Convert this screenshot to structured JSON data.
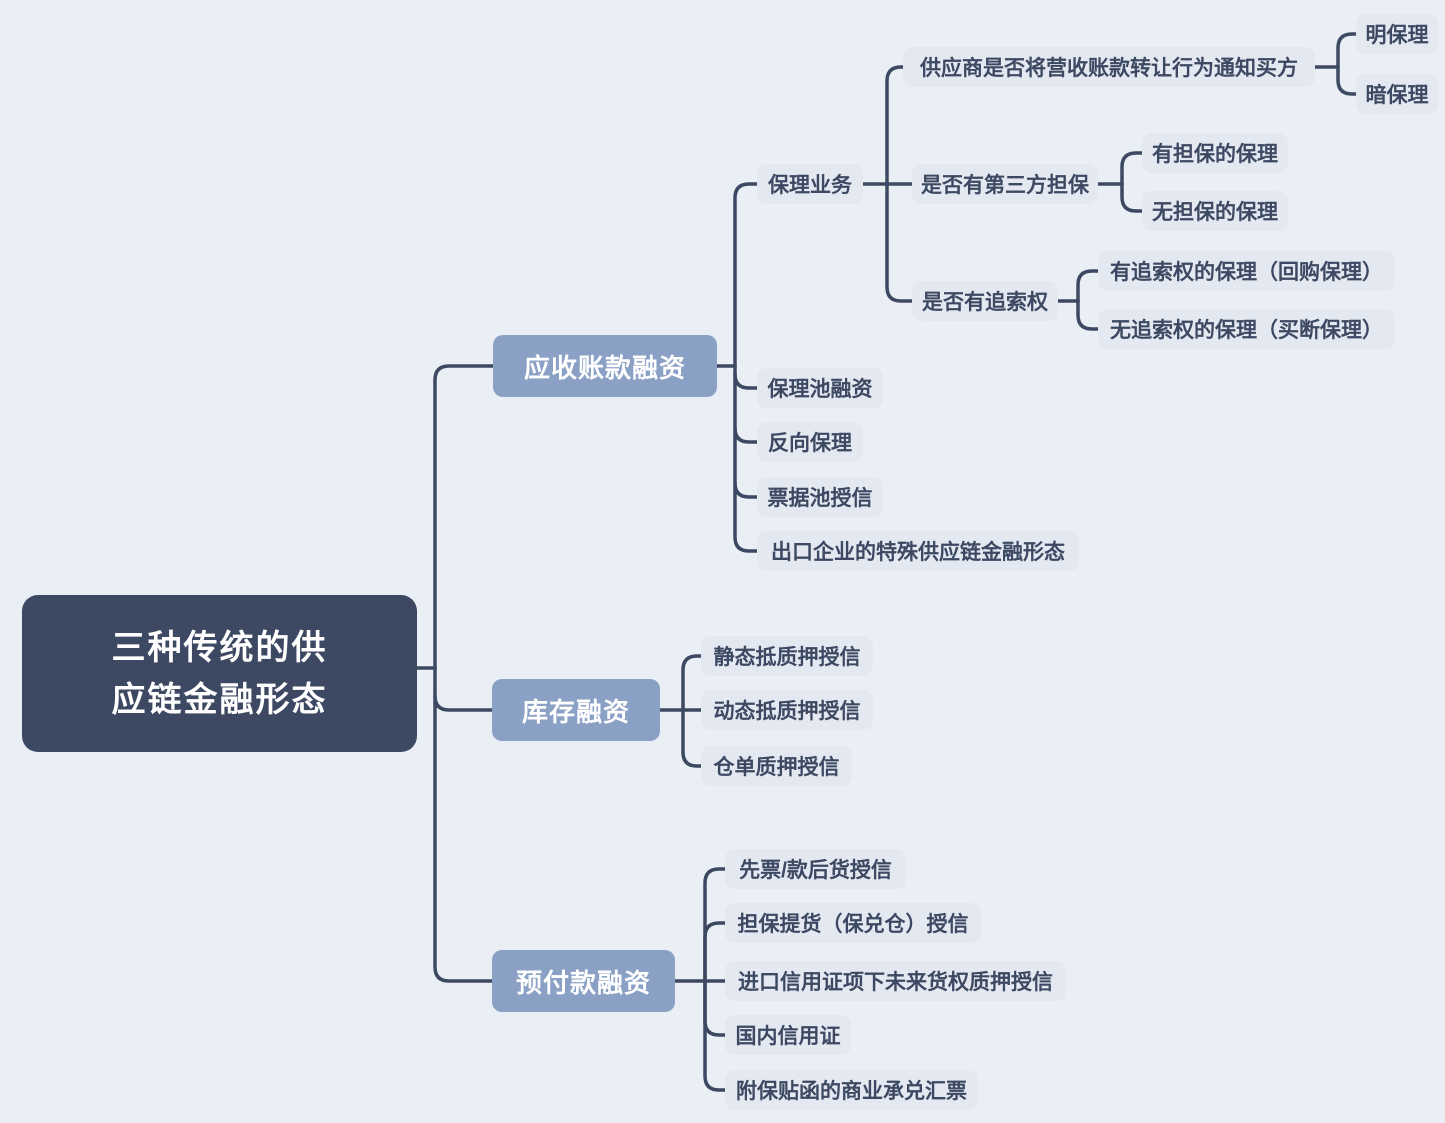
{
  "colors": {
    "background": "#e9eff4",
    "connector": "#3d4962",
    "root_fill": "#3d4962",
    "root_text": "#ffffff",
    "branch_fill": "#8aa0c5",
    "branch_text": "#ffffff",
    "leaf_fill": "#e3e8f1",
    "leaf_text": "#3d4962"
  },
  "mindmap": {
    "root": {
      "label": "三种传统的供应链金融形态",
      "lines": [
        "三种传统的供",
        "应链金融形态"
      ]
    },
    "branches": [
      {
        "label": "应收账款融资",
        "children": [
          {
            "label": "保理业务",
            "children": [
              {
                "label": "供应商是否将营收账款转让行为通知买方",
                "children": [
                  {
                    "label": "明保理"
                  },
                  {
                    "label": "暗保理"
                  }
                ]
              },
              {
                "label": "是否有第三方担保",
                "children": [
                  {
                    "label": "有担保的保理"
                  },
                  {
                    "label": "无担保的保理"
                  }
                ]
              },
              {
                "label": "是否有追索权",
                "children": [
                  {
                    "label": "有追索权的保理（回购保理）"
                  },
                  {
                    "label": "无追索权的保理（买断保理）"
                  }
                ]
              }
            ]
          },
          {
            "label": "保理池融资"
          },
          {
            "label": "反向保理"
          },
          {
            "label": "票据池授信"
          },
          {
            "label": "出口企业的特殊供应链金融形态"
          }
        ]
      },
      {
        "label": "库存融资",
        "children": [
          {
            "label": "静态抵质押授信"
          },
          {
            "label": "动态抵质押授信"
          },
          {
            "label": "仓单质押授信"
          }
        ]
      },
      {
        "label": "预付款融资",
        "children": [
          {
            "label": "先票/款后货授信"
          },
          {
            "label": "担保提货（保兑仓）授信"
          },
          {
            "label": "进口信用证项下未来货权质押授信"
          },
          {
            "label": "国内信用证"
          },
          {
            "label": "附保贴函的商业承兑汇票"
          }
        ]
      }
    ]
  }
}
